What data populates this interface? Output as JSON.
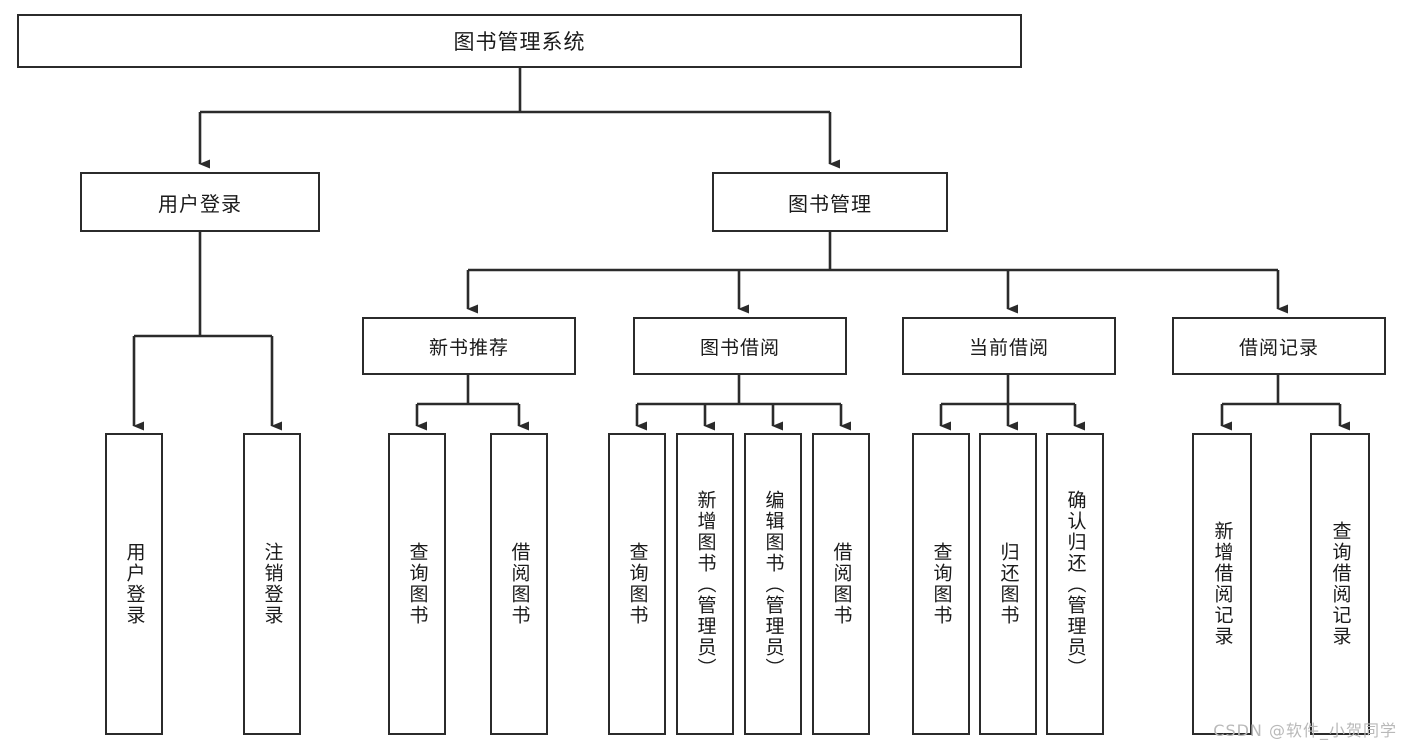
{
  "diagram": {
    "title": "图书管理系统",
    "watermark": "CSDN @软件_小贺同学",
    "line_color": "#2b2b2b",
    "box_fill": "#ffffff",
    "text_color": "#1a1a1a",
    "watermark_color": "#b9b9b9"
  },
  "nodes": {
    "root": {
      "label": "图书管理系统"
    },
    "login": {
      "label": "用户登录"
    },
    "book_mgmt": {
      "label": "图书管理"
    },
    "new_book_rec": {
      "label": "新书推荐"
    },
    "book_borrow": {
      "label": "图书借阅"
    },
    "current_borrow": {
      "label": "当前借阅"
    },
    "borrow_record": {
      "label": "借阅记录"
    }
  },
  "leaves": {
    "login_1": {
      "label": "用户登录"
    },
    "login_2": {
      "label": "注销登录"
    },
    "rec_1": {
      "label": "查询图书"
    },
    "rec_2": {
      "label": "借阅图书"
    },
    "borrow_1": {
      "label": "查询图书"
    },
    "borrow_2": {
      "label": "新增图书（管理员）"
    },
    "borrow_3": {
      "label": "编辑图书（管理员）"
    },
    "borrow_4": {
      "label": "借阅图书"
    },
    "current_1": {
      "label": "查询图书"
    },
    "current_2": {
      "label": "归还图书"
    },
    "current_3": {
      "label": "确认归还（管理员）"
    },
    "record_1": {
      "label": "新增借阅记录"
    },
    "record_2": {
      "label": "查询借阅记录"
    }
  },
  "structure": {
    "levels": 4,
    "edges": [
      {
        "from": "root",
        "to": "login"
      },
      {
        "from": "root",
        "to": "book_mgmt"
      },
      {
        "from": "login",
        "to": "login_1"
      },
      {
        "from": "login",
        "to": "login_2"
      },
      {
        "from": "book_mgmt",
        "to": "new_book_rec"
      },
      {
        "from": "book_mgmt",
        "to": "book_borrow"
      },
      {
        "from": "book_mgmt",
        "to": "current_borrow"
      },
      {
        "from": "book_mgmt",
        "to": "borrow_record"
      },
      {
        "from": "new_book_rec",
        "to": "rec_1"
      },
      {
        "from": "new_book_rec",
        "to": "rec_2"
      },
      {
        "from": "book_borrow",
        "to": "borrow_1"
      },
      {
        "from": "book_borrow",
        "to": "borrow_2"
      },
      {
        "from": "book_borrow",
        "to": "borrow_3"
      },
      {
        "from": "book_borrow",
        "to": "borrow_4"
      },
      {
        "from": "current_borrow",
        "to": "current_1"
      },
      {
        "from": "current_borrow",
        "to": "current_2"
      },
      {
        "from": "current_borrow",
        "to": "current_3"
      },
      {
        "from": "borrow_record",
        "to": "record_1"
      },
      {
        "from": "borrow_record",
        "to": "record_2"
      }
    ]
  }
}
